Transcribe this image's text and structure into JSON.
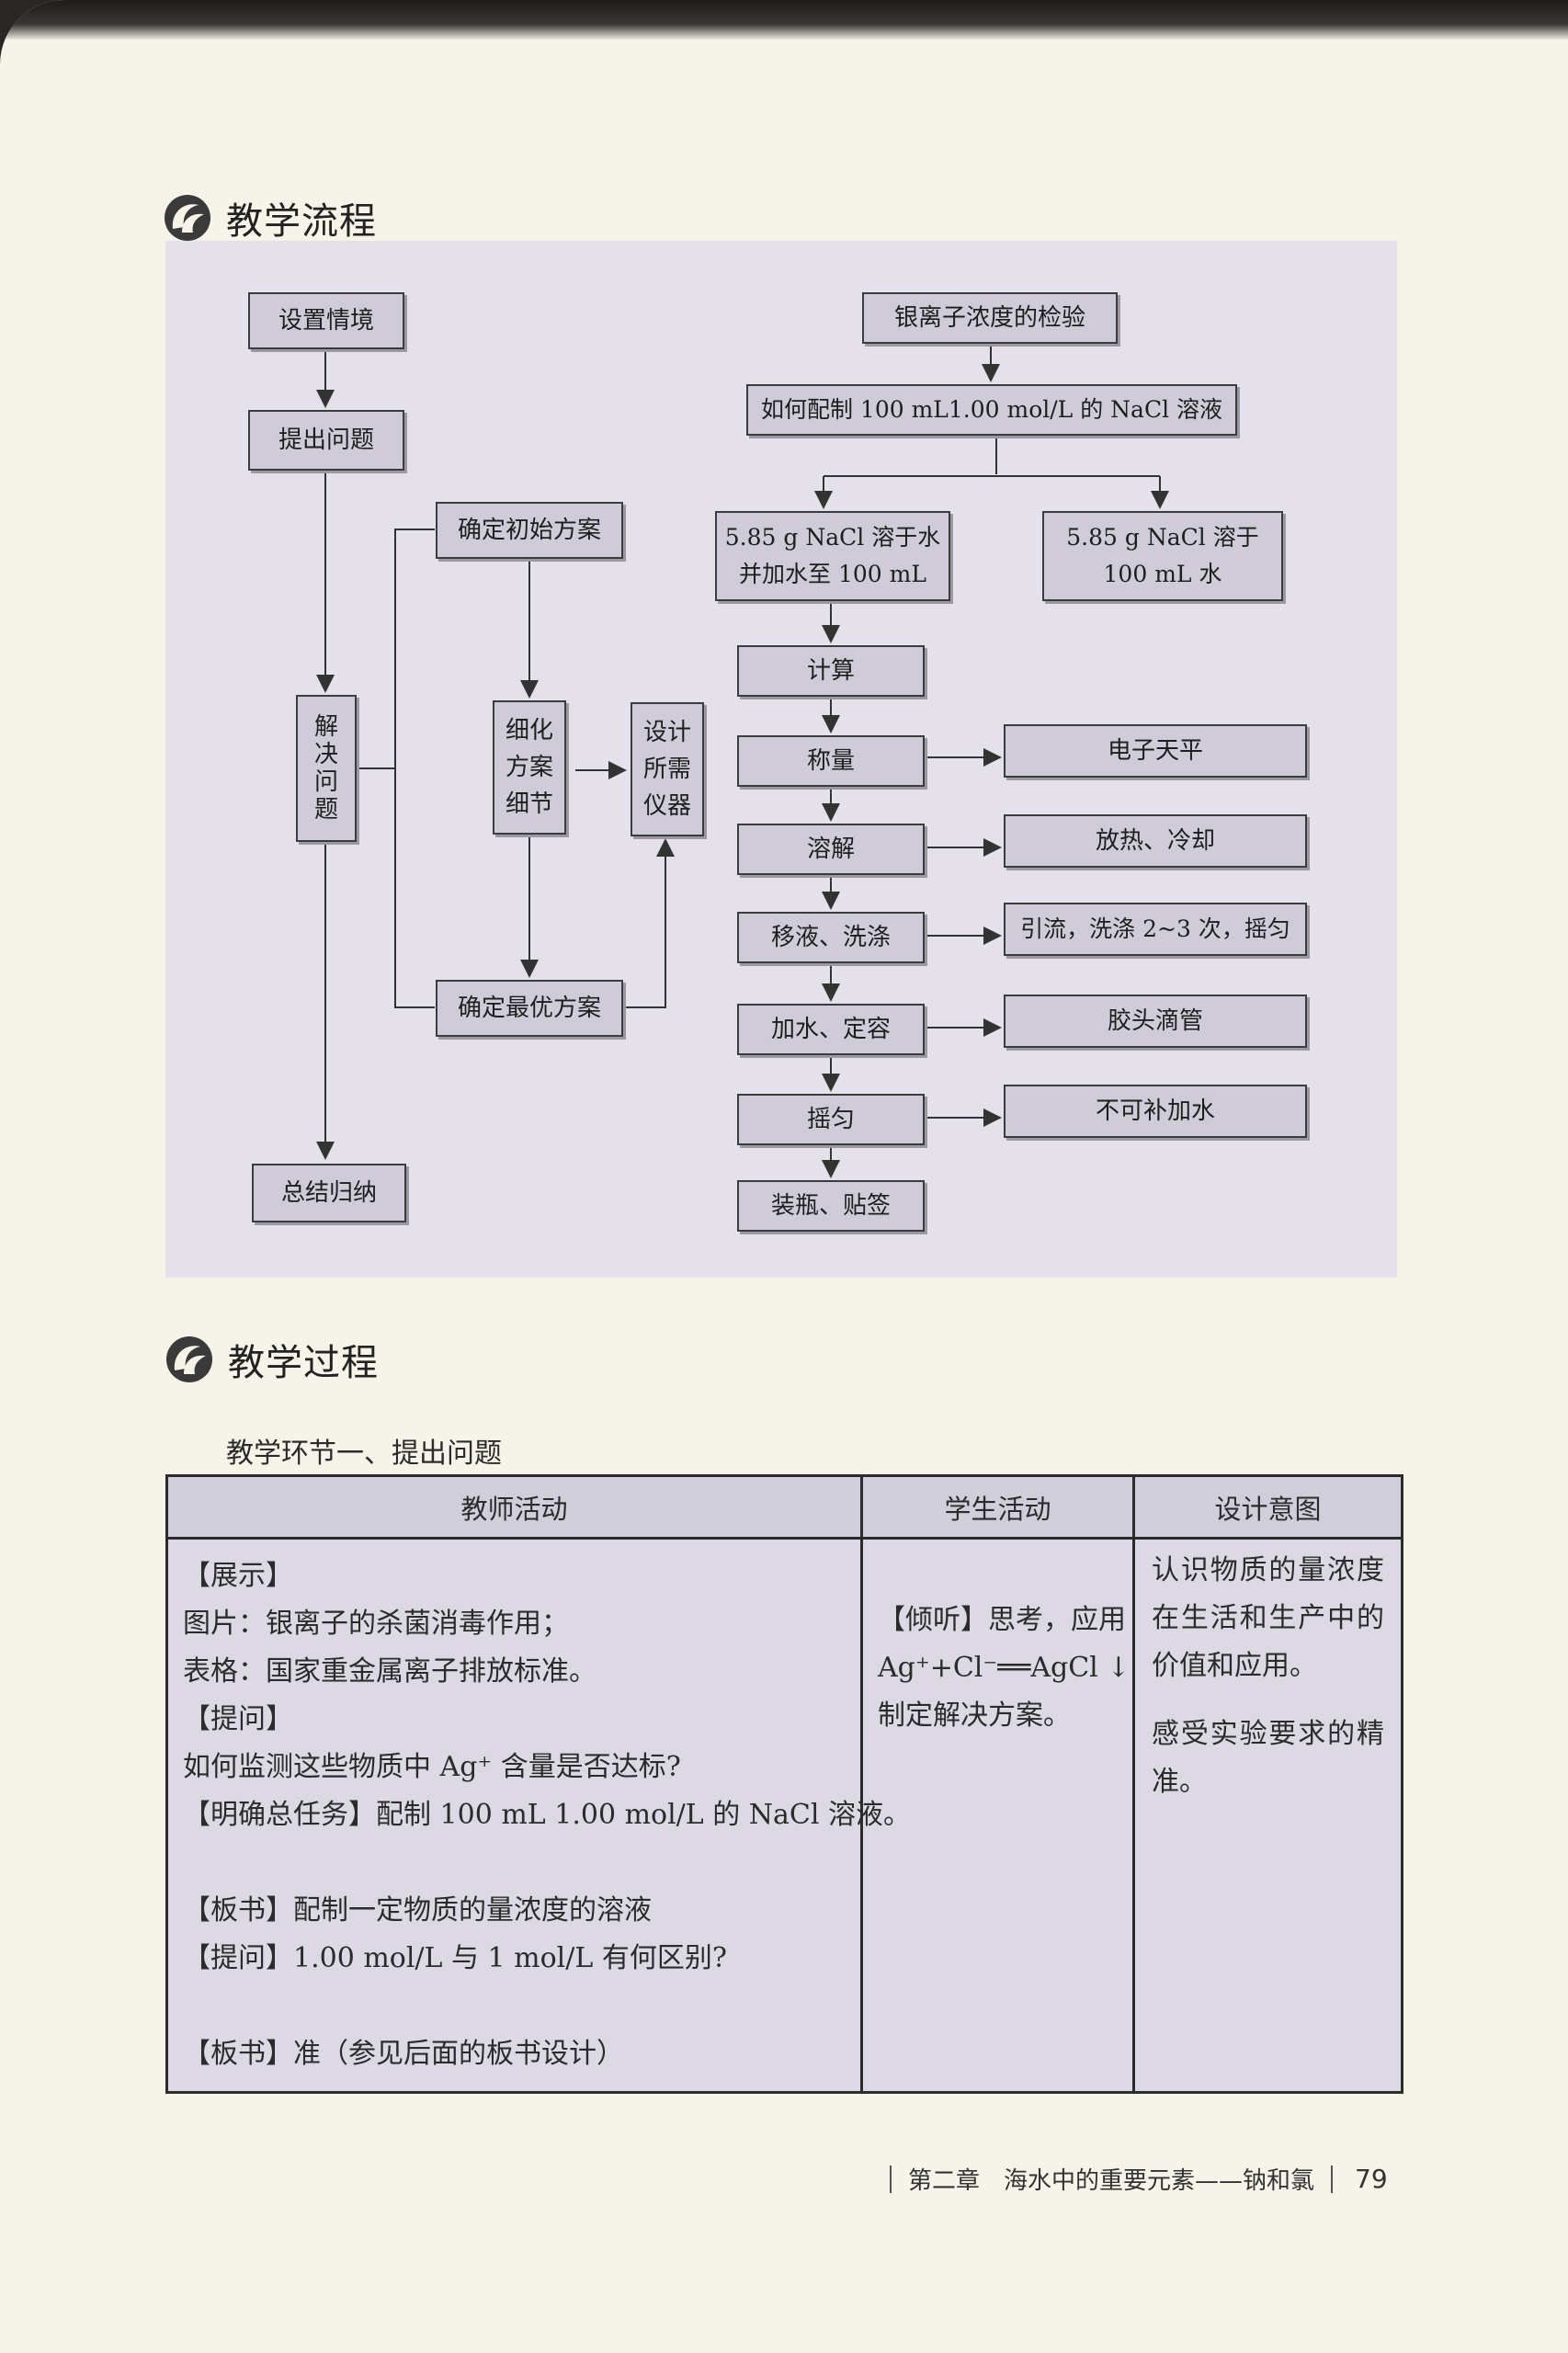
{
  "section1": {
    "title": "教学流程",
    "icon": "spiral-logo-icon"
  },
  "flow": {
    "left": {
      "setup": "设置情境",
      "raise": "提出问题",
      "solve": "解\n决\n问\n题",
      "summary": "总结归纳",
      "initial": "确定初始方案",
      "refine": "细化\n方案\n细节",
      "design": "设计\n所需\n仪器",
      "optimal": "确定最优方案"
    },
    "right": {
      "test": "银离子浓度的检验",
      "how": "如何配制 100 mL1.00 mol/L 的 NaCl 溶液",
      "optionA": "5.85 g NaCl 溶于水\n并加水至 100 mL",
      "optionB": "5.85 g NaCl 溶于\n100 mL 水",
      "steps": [
        "计算",
        "称量",
        "溶解",
        "移液、洗涤",
        "加水、定容",
        "摇匀",
        "装瓶、贴签"
      ],
      "notes": [
        "电子天平",
        "放热、冷却",
        "引流，洗涤 2~3 次，摇匀",
        "胶头滴管",
        "不可补加水"
      ]
    }
  },
  "section2": {
    "title": "教学过程",
    "icon": "spiral-logo-icon"
  },
  "subsection": "教学环节一、提出问题",
  "table": {
    "headers": [
      "教师活动",
      "学生活动",
      "设计意图"
    ],
    "teacher": {
      "l1": "【展示】",
      "l2": "图片：银离子的杀菌消毒作用；",
      "l3": "表格：国家重金属离子排放标准。",
      "l4": "【提问】",
      "l5": "如何监测这些物质中 Ag⁺ 含量是否达标?",
      "l6": "【明确总任务】配制 100 mL 1.00 mol/L 的 NaCl 溶液。",
      "l7": "【板书】配制一定物质的量浓度的溶液",
      "l8": "【提问】1.00 mol/L 与 1 mol/L 有何区别?",
      "l9": "【板书】准（参见后面的板书设计）"
    },
    "student": {
      "l1": "【倾听】思考，应用",
      "l2": "Ag⁺+Cl⁻══AgCl ↓",
      "l3": "制定解决方案。"
    },
    "design": {
      "p1": "认识物质的量浓度在生活和生产中的价值和应用。",
      "p2": "感受实验要求的精准。"
    }
  },
  "footer": {
    "chapter": "第二章　海水中的重要元素——钠和氯",
    "page": "79"
  }
}
